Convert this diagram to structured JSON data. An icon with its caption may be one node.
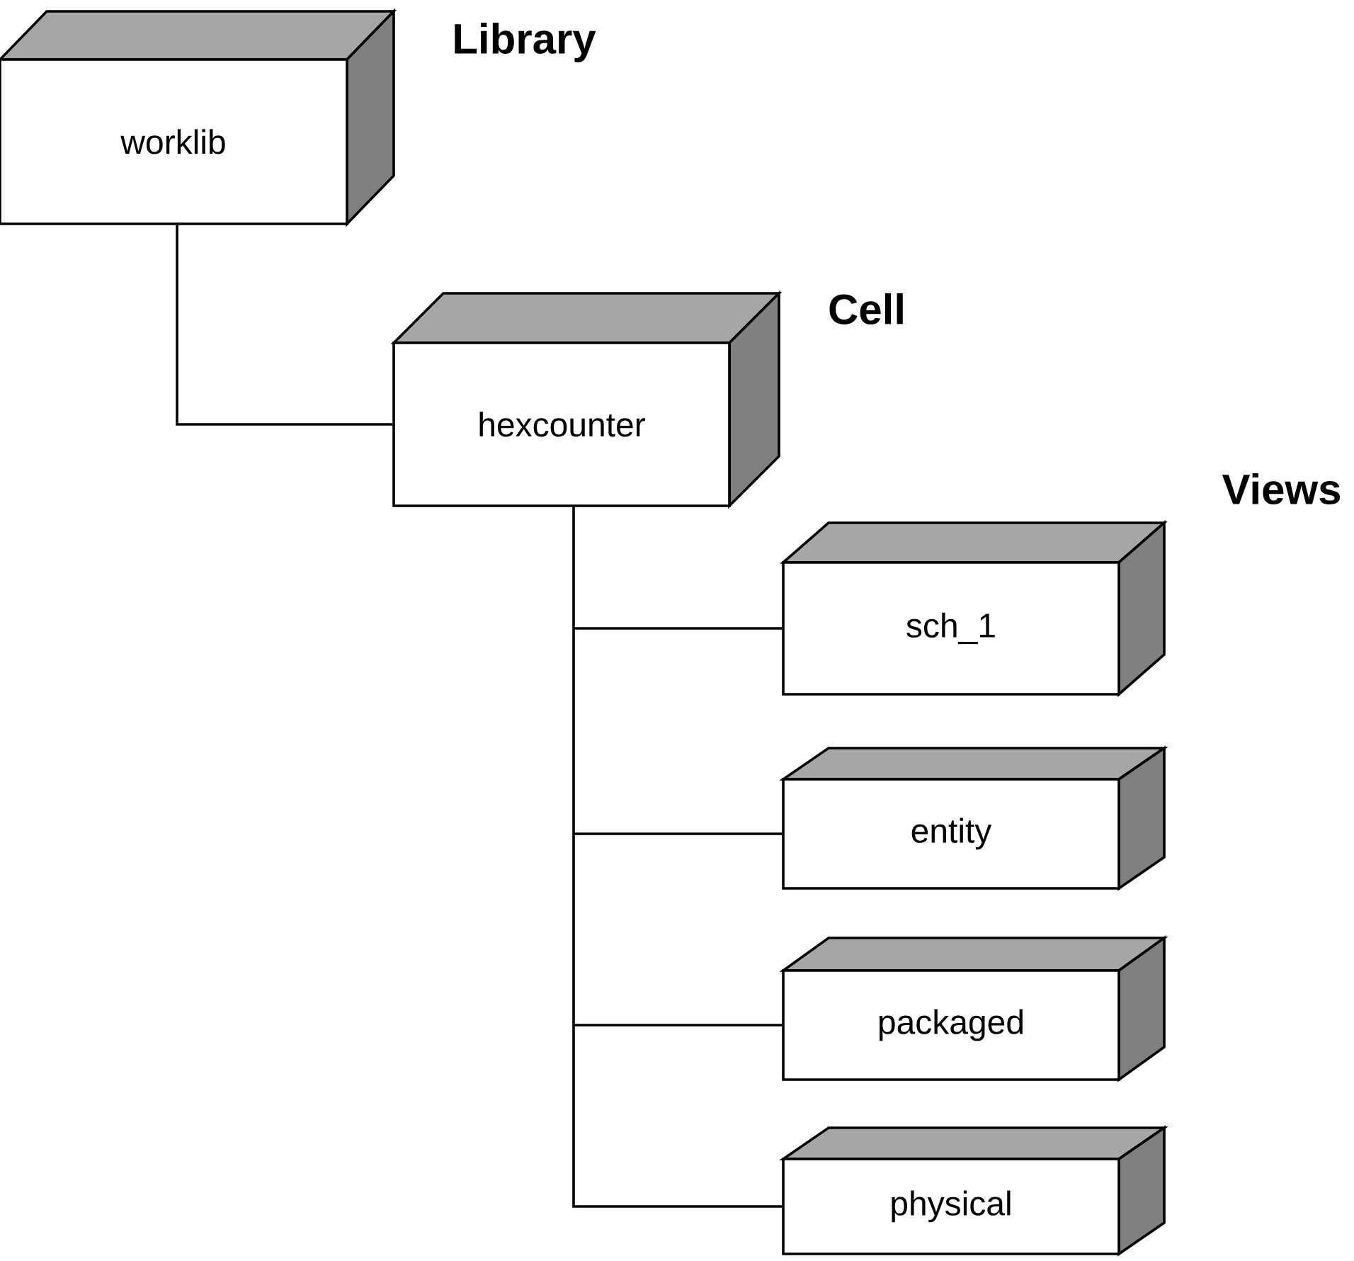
{
  "diagram": {
    "nodes": [
      {
        "text": [
          "worklib",
          "Library"
        ]
      },
      {
        "text": [
          "hexcounter",
          "Cell"
        ]
      },
      {
        "text": [
          "sch_1"
        ]
      },
      {
        "text": [
          "entity"
        ]
      },
      {
        "text": [
          "packaged"
        ]
      },
      {
        "text": [
          "physical"
        ]
      }
    ],
    "edges": [
      {
        "from": 0,
        "to": 1,
        "arrow": "none"
      },
      {
        "from": 1,
        "to": 2,
        "arrow": "none"
      },
      {
        "from": 1,
        "to": 3,
        "arrow": "none"
      },
      {
        "from": 1,
        "to": 4,
        "arrow": "none"
      },
      {
        "from": 1,
        "to": 5,
        "arrow": "none"
      }
    ],
    "labels": [
      "Views"
    ]
  }
}
